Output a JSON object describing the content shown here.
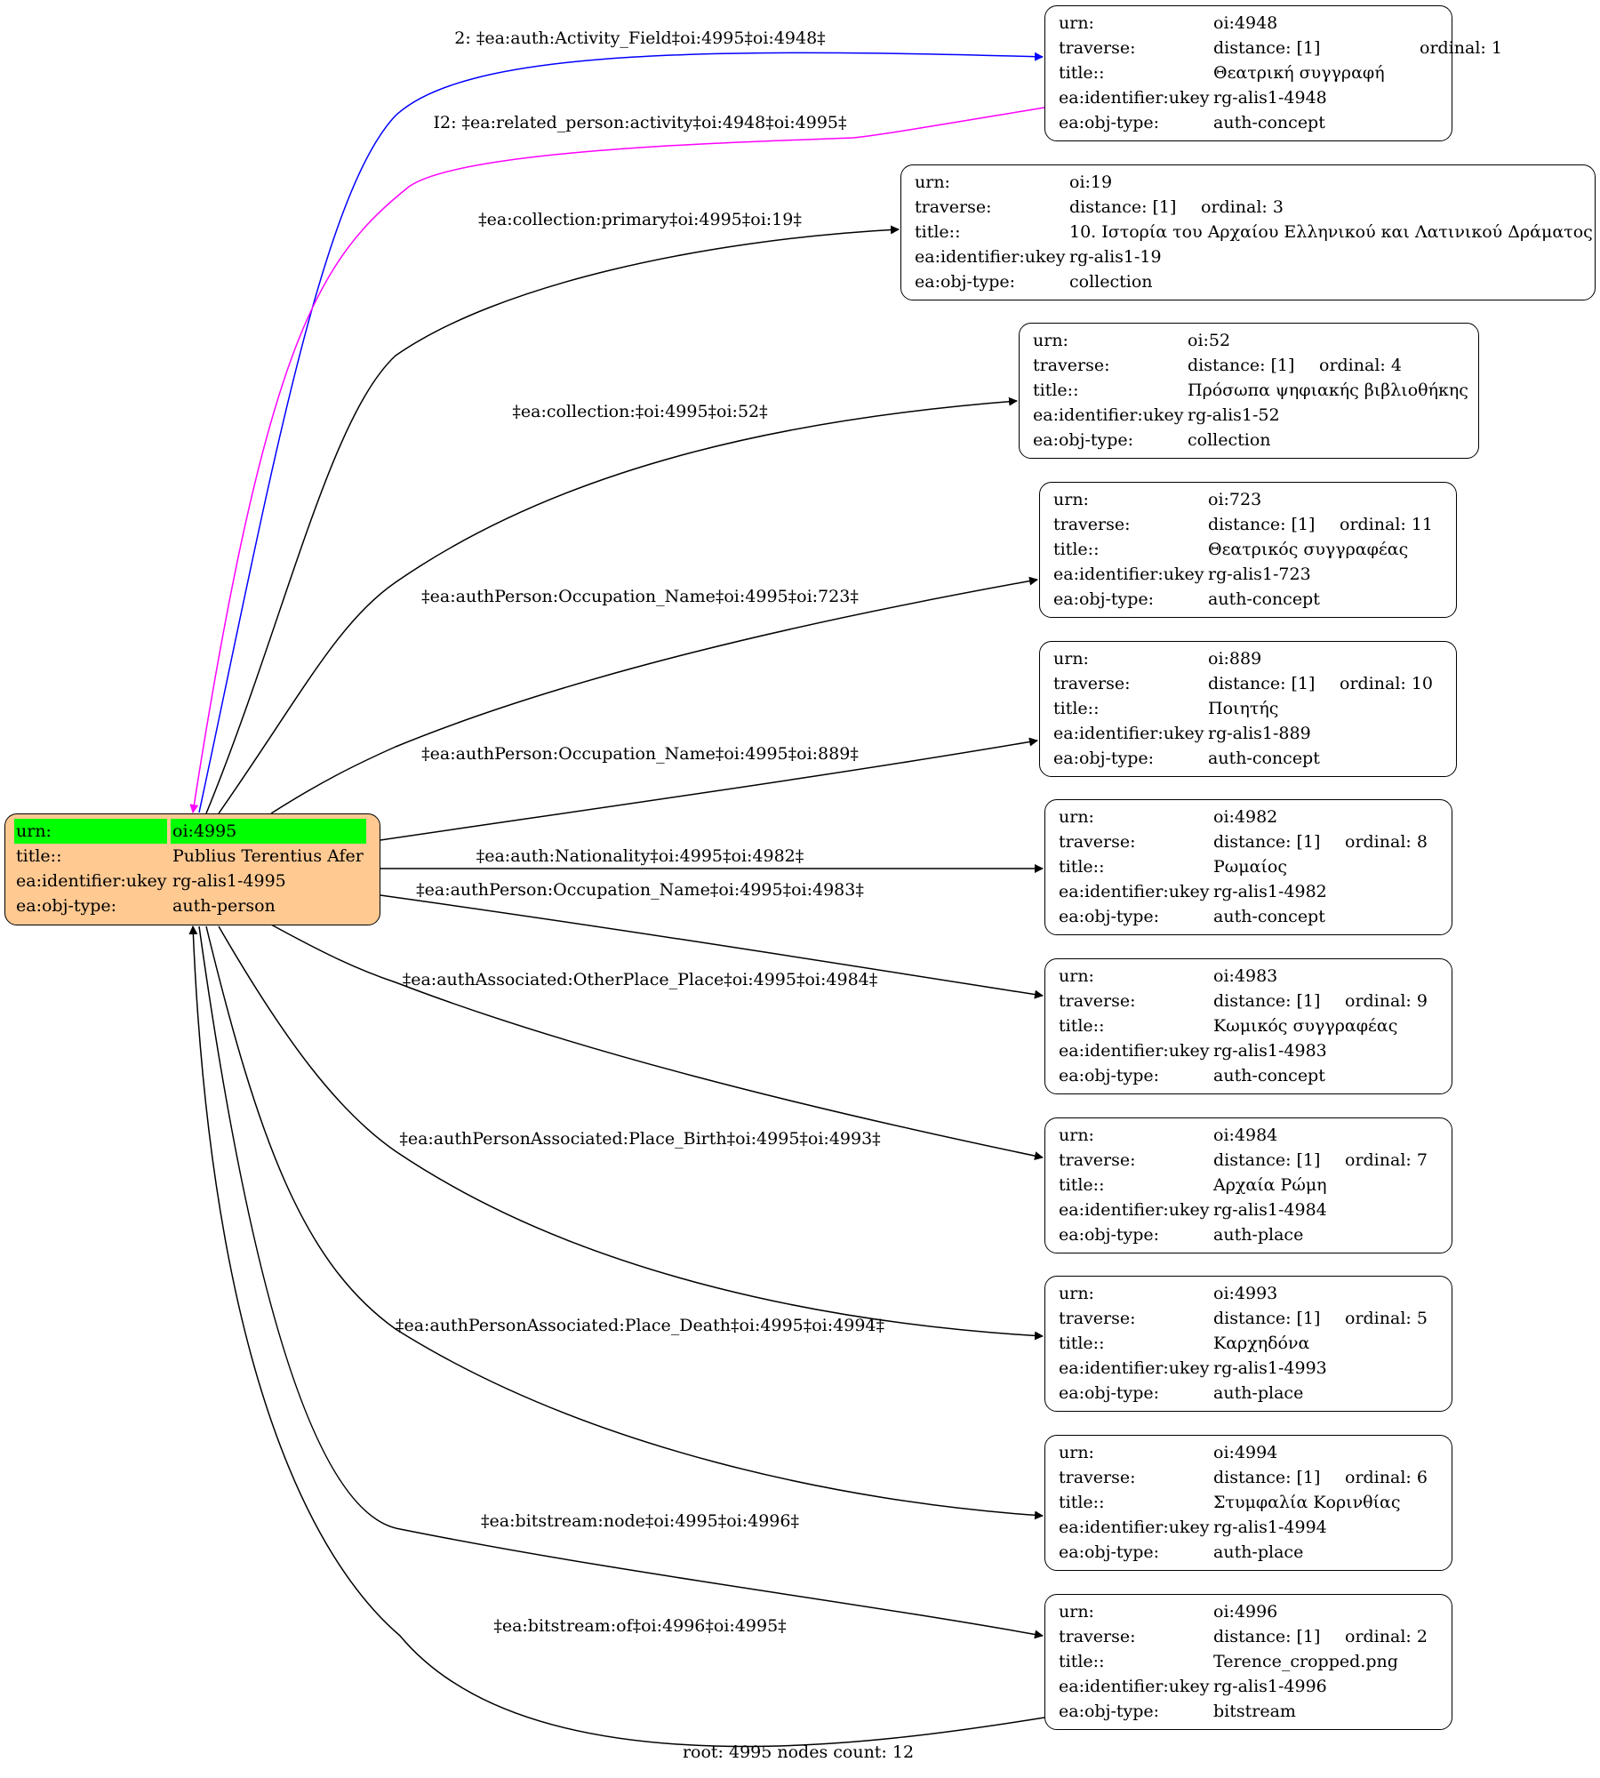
{
  "colors": {
    "root_fill": "#ffc992",
    "highlight": "#00ff00",
    "edge_default": "#000000",
    "edge_activity": "#0000ff",
    "edge_related": "#ff00ff"
  },
  "keys": {
    "urn": "urn:",
    "traverse": "traverse:",
    "title": "title::",
    "ukey": "ea:identifier:ukey",
    "objtype": "ea:obj-type:"
  },
  "root": {
    "urn": "oi:4995",
    "title": "Publius Terentius Afer",
    "ukey": "rg-alis1-4995",
    "objtype": "auth-person"
  },
  "nodes": [
    {
      "id": "n4948",
      "urn": "oi:4948",
      "distance": "distance: [1]",
      "ordinal": "ordinal: 1",
      "title": "Θεατρική συγγραφή",
      "ukey": "rg-alis1-4948",
      "objtype": "auth-concept"
    },
    {
      "id": "n19",
      "urn": "oi:19",
      "distance": "distance: [1]",
      "ordinal": "ordinal: 3",
      "title": "10. Ιστορία του Αρχαίου Ελληνικού και Λατινικού Δράματος",
      "ukey": "rg-alis1-19",
      "objtype": "collection"
    },
    {
      "id": "n52",
      "urn": "oi:52",
      "distance": "distance: [1]",
      "ordinal": "ordinal: 4",
      "title": "Πρόσωπα ψηφιακής βιβλιοθήκης",
      "ukey": "rg-alis1-52",
      "objtype": "collection"
    },
    {
      "id": "n723",
      "urn": "oi:723",
      "distance": "distance: [1]",
      "ordinal": "ordinal: 11",
      "title": "Θεατρικός συγγραφέας",
      "ukey": "rg-alis1-723",
      "objtype": "auth-concept"
    },
    {
      "id": "n889",
      "urn": "oi:889",
      "distance": "distance: [1]",
      "ordinal": "ordinal: 10",
      "title": "Ποιητής",
      "ukey": "rg-alis1-889",
      "objtype": "auth-concept"
    },
    {
      "id": "n4982",
      "urn": "oi:4982",
      "distance": "distance: [1]",
      "ordinal": "ordinal: 8",
      "title": "Ρωμαίος",
      "ukey": "rg-alis1-4982",
      "objtype": "auth-concept"
    },
    {
      "id": "n4983",
      "urn": "oi:4983",
      "distance": "distance: [1]",
      "ordinal": "ordinal: 9",
      "title": "Κωμικός συγγραφέας",
      "ukey": "rg-alis1-4983",
      "objtype": "auth-concept"
    },
    {
      "id": "n4984",
      "urn": "oi:4984",
      "distance": "distance: [1]",
      "ordinal": "ordinal: 7",
      "title": "Αρχαία Ρώμη",
      "ukey": "rg-alis1-4984",
      "objtype": "auth-place"
    },
    {
      "id": "n4993",
      "urn": "oi:4993",
      "distance": "distance: [1]",
      "ordinal": "ordinal: 5",
      "title": "Καρχηδόνα",
      "ukey": "rg-alis1-4993",
      "objtype": "auth-place"
    },
    {
      "id": "n4994",
      "urn": "oi:4994",
      "distance": "distance: [1]",
      "ordinal": "ordinal: 6",
      "title": "Στυμφαλία Κορινθίας",
      "ukey": "rg-alis1-4994",
      "objtype": "auth-place"
    },
    {
      "id": "n4996",
      "urn": "oi:4996",
      "distance": "distance: [1]",
      "ordinal": "ordinal: 2",
      "title": "Terence_cropped.png",
      "ukey": "rg-alis1-4996",
      "objtype": "bitstream"
    }
  ],
  "edges": [
    {
      "label": "2: ‡ea:auth:Activity_Field‡oi:4995‡oi:4948‡",
      "color": "blue"
    },
    {
      "label": "I2: ‡ea:related_person:activity‡oi:4948‡oi:4995‡",
      "color": "magenta"
    },
    {
      "label": "‡ea:collection:primary‡oi:4995‡oi:19‡",
      "color": "black"
    },
    {
      "label": "‡ea:collection:‡oi:4995‡oi:52‡",
      "color": "black"
    },
    {
      "label": "‡ea:authPerson:Occupation_Name‡oi:4995‡oi:723‡",
      "color": "black"
    },
    {
      "label": "‡ea:authPerson:Occupation_Name‡oi:4995‡oi:889‡",
      "color": "black"
    },
    {
      "label": "‡ea:auth:Nationality‡oi:4995‡oi:4982‡",
      "color": "black"
    },
    {
      "label": "‡ea:authPerson:Occupation_Name‡oi:4995‡oi:4983‡",
      "color": "black"
    },
    {
      "label": "‡ea:authAssociated:OtherPlace_Place‡oi:4995‡oi:4984‡",
      "color": "black"
    },
    {
      "label": "‡ea:authPersonAssociated:Place_Birth‡oi:4995‡oi:4993‡",
      "color": "black"
    },
    {
      "label": "‡ea:authPersonAssociated:Place_Death‡oi:4995‡oi:4994‡",
      "color": "black"
    },
    {
      "label": "‡ea:bitstream:node‡oi:4995‡oi:4996‡",
      "color": "black"
    },
    {
      "label": "‡ea:bitstream:of‡oi:4996‡oi:4995‡",
      "color": "black"
    }
  ],
  "footer": "root: 4995 nodes count: 12"
}
